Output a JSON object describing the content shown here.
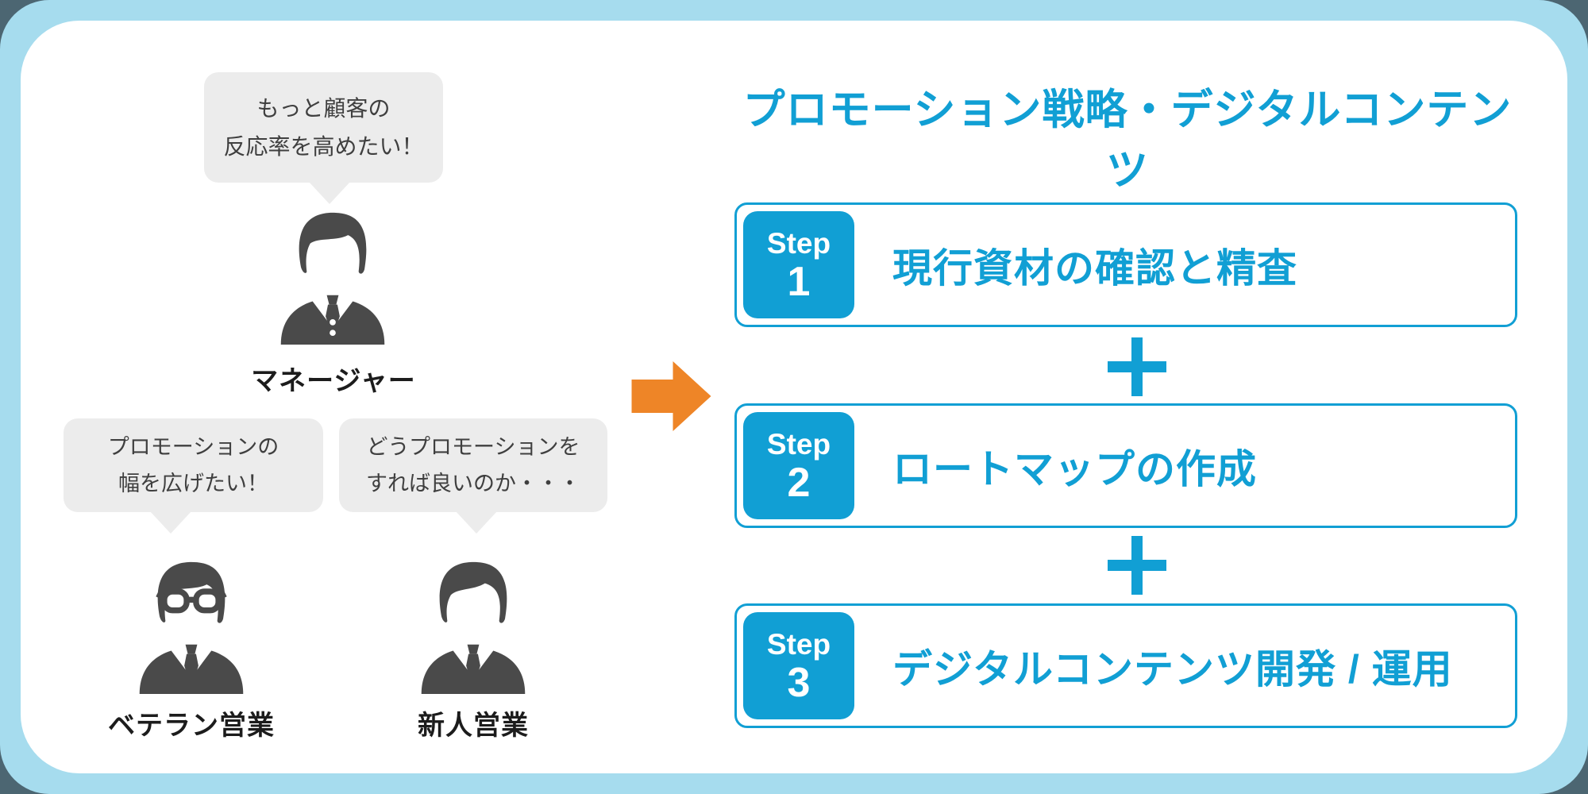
{
  "colors": {
    "accent": "#119fd4",
    "orange": "#ee8527",
    "bubble-bg": "#ececec",
    "bubble-text": "#3f3f3f",
    "person": "#4a4a4a",
    "label-text": "#1c1c1c",
    "frame-blue": "#a6dcee",
    "corner-dark": "#4c6672",
    "card-bg": "#ffffff"
  },
  "people": [
    {
      "label": "マネージャー",
      "bubble": [
        "もっと顧客の",
        "反応率を高めたい！"
      ],
      "icon": "business-person-icon"
    },
    {
      "label": "ベテラン営業",
      "bubble": [
        "プロモーションの",
        "幅を広げたい！"
      ],
      "icon": "business-person-glasses-icon"
    },
    {
      "label": "新人営業",
      "bubble": [
        "どうプロモーションを",
        "すれば良いのか・・・"
      ],
      "icon": "business-person-icon"
    }
  ],
  "icons": {
    "arrow": "right-arrow-icon",
    "separator": "plus-icon"
  },
  "panel": {
    "title": "プロモーション戦略・デジタルコンテンツ",
    "steps": [
      {
        "badge_word": "Step",
        "badge_number": "1",
        "label": "現行資材の確認と精査"
      },
      {
        "badge_word": "Step",
        "badge_number": "2",
        "label": "ロートマップの作成"
      },
      {
        "badge_word": "Step",
        "badge_number": "3",
        "label": "デジタルコンテンツ開発 / 運用"
      }
    ]
  }
}
